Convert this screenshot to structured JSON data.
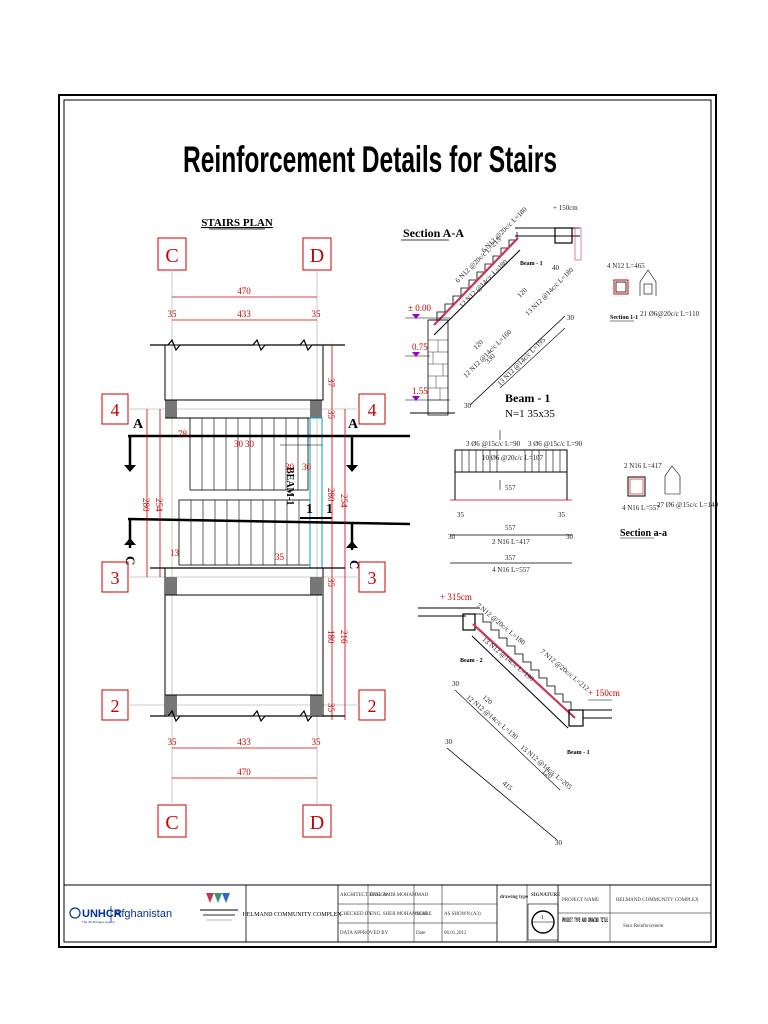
{
  "title": "Reinforcement Details for Stairs",
  "colors": {
    "red": "#cc0000",
    "pink": "#cc3355",
    "gray": "#bbbbbb",
    "cyan": "#00a0c0",
    "purple": "#9900cc",
    "blue": "#003399"
  },
  "plan": {
    "heading": "STAIRS PLAN",
    "grid_labels": [
      "C",
      "D",
      "4",
      "3",
      "2",
      "A",
      "C"
    ],
    "top_dims": [
      "470",
      "433",
      "35",
      "35"
    ],
    "bottom_dims": [
      "433",
      "470",
      "35",
      "35"
    ],
    "left_dims": [
      "280",
      "254",
      "78",
      "13"
    ],
    "right_dims": [
      "280",
      "254",
      "37",
      "35",
      "35",
      "180",
      "216",
      "35"
    ],
    "mid_labels": [
      "30",
      "30",
      "30",
      "30",
      "35",
      "1",
      "1"
    ],
    "beam_label": "BEAM-1"
  },
  "section_aa": {
    "heading": "Section A-A",
    "levels": [
      "± 0.00",
      "0.75",
      "1.55"
    ],
    "top_note": "+ 150cm",
    "beam": "Beam - 1",
    "bars": [
      "6 N12 @20c/c L=180",
      "6 N12 @20c/c L=215",
      "12 N12 @14c/c L=180",
      "13 N12 @14c/c L=180",
      "12 N12 @14c/c L=160",
      "13 N12 @14c/c L=195"
    ],
    "dims": [
      "120",
      "120",
      "330",
      "30",
      "30",
      "40"
    ]
  },
  "beam1": {
    "heading": "Beam - 1",
    "size": "N=1   35x35",
    "notes": [
      "3 Ø6 @15c/c L=90",
      "3 Ø6 @15c/c L=90",
      "10 Ø6 @20c/c L=107",
      "2 N16 L=417",
      "4 N16 L=557"
    ],
    "dims": [
      "557",
      "557",
      "357",
      "30",
      "30",
      "35",
      "35"
    ]
  },
  "section_1_1": {
    "heading": "Section 1-1",
    "bars": [
      "4 N12 L=465",
      "21 Ø6@20c/c L=110"
    ]
  },
  "section_aa2": {
    "heading": "Section a-a",
    "bars": [
      "2 N16 L=417",
      "4 N16 L=557",
      "27 Ø6 @15c/c L=140"
    ]
  },
  "section_lower": {
    "levels": [
      "+ 315cm",
      "+ 150cm"
    ],
    "beams": [
      "Beam - 2",
      "Beam - 1"
    ],
    "bars": [
      "7 N12 @20c/c L=180",
      "7 N12 @20c/c L=212",
      "13 N12 @14c/c L=190",
      "12 N12 @14c/c L=130",
      "13 N12 @14c/c L=205"
    ],
    "dims": [
      "120",
      "120",
      "30",
      "30",
      "415"
    ]
  },
  "title_block": {
    "org": "UNHCR",
    "org_sub": "The UN Refugee Agency",
    "country": "Afghanistan",
    "project": "HELMAND COMMUNITY COMPLEX",
    "rows": [
      {
        "label": "ARCHITECT DESIGN",
        "value": "ENG. AMIR MOHAMMAD"
      },
      {
        "label": "CHECKED BY",
        "value": "ENG. SHER MOHAMMAD"
      },
      {
        "label": "DATA APPROVED BY",
        "value": ""
      }
    ],
    "scale_label": "SCALE",
    "scale_value": "AS SHOWN (A3)",
    "date_label": "Date",
    "date_value": "06.01.2012",
    "drawing_type": "drawing type",
    "signature": "SIGNATURE",
    "project_name_label": "PROJECT NAME",
    "project_name_value": "HELMAND COMMUNITY COMPLEX",
    "project_type_label": "PROJECT TYPE AND DRAWING TITLE",
    "project_type_value": "Stair Reinforcement"
  }
}
